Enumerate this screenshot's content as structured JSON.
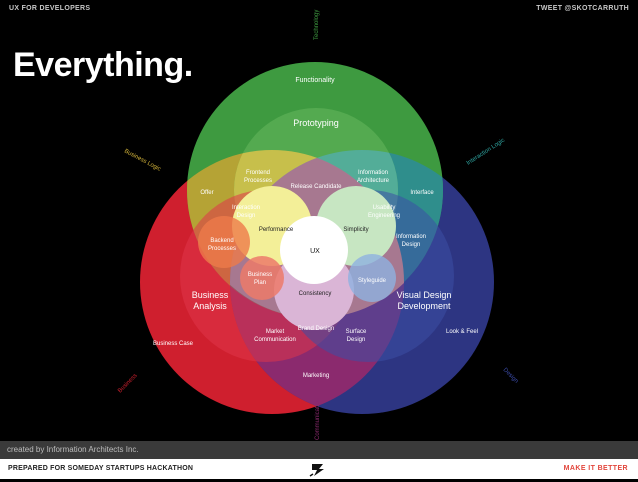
{
  "header": {
    "left_label": "UX FOR DEVELOPERS",
    "right_label": "TWEET @SKOTCARRUTH"
  },
  "headline": "Everything.",
  "diagram": {
    "outer_labels": {
      "top": "Technology",
      "business_logic": "Business Logic",
      "interaction_logic": "Interaction Logic",
      "business": "Business",
      "design": "Design",
      "bottom": "Communication"
    },
    "circle_labels": {
      "functionality": "Functionality",
      "prototyping": "Prototyping",
      "business_analysis": "Business\nAnalysis",
      "visual_design": "Visual Design\nDevelopment",
      "business_case": "Business Case",
      "look_feel": "Look & Feel",
      "marketing": "Marketing"
    },
    "intersection_labels": {
      "offer": "Offer",
      "frontend": "Frontend\nProcesses",
      "release": "Release Candidate",
      "info_arch": "Information\nArchitecture",
      "interface": "Interface",
      "interaction_design": "Interaction\nDesign",
      "usability": "Usability\nEngineering",
      "backend": "Backend\nProcesses",
      "performance": "Performance",
      "simplicity": "Simplicity",
      "info_design": "Information\nDesign",
      "ux": "UX",
      "business_plan": "Business\nPlan",
      "styleguide": "Styleguide",
      "consistency": "Consistency",
      "brand": "Brand Design",
      "market_comm": "Market\nCommunication",
      "surface": "Surface\nDesign"
    }
  },
  "credit": "created by Information Architects Inc.",
  "footer": {
    "left_label": "PREPARED FOR SOMEDAY STARTUPS HACKATHON",
    "right_label": "MAKE IT BETTER",
    "logo_icon": "startup-logo-icon"
  },
  "colors": {
    "green": "#3f9a3f",
    "red": "#d2202f",
    "blue": "#2e3a8c",
    "accent": "#e2463c"
  }
}
